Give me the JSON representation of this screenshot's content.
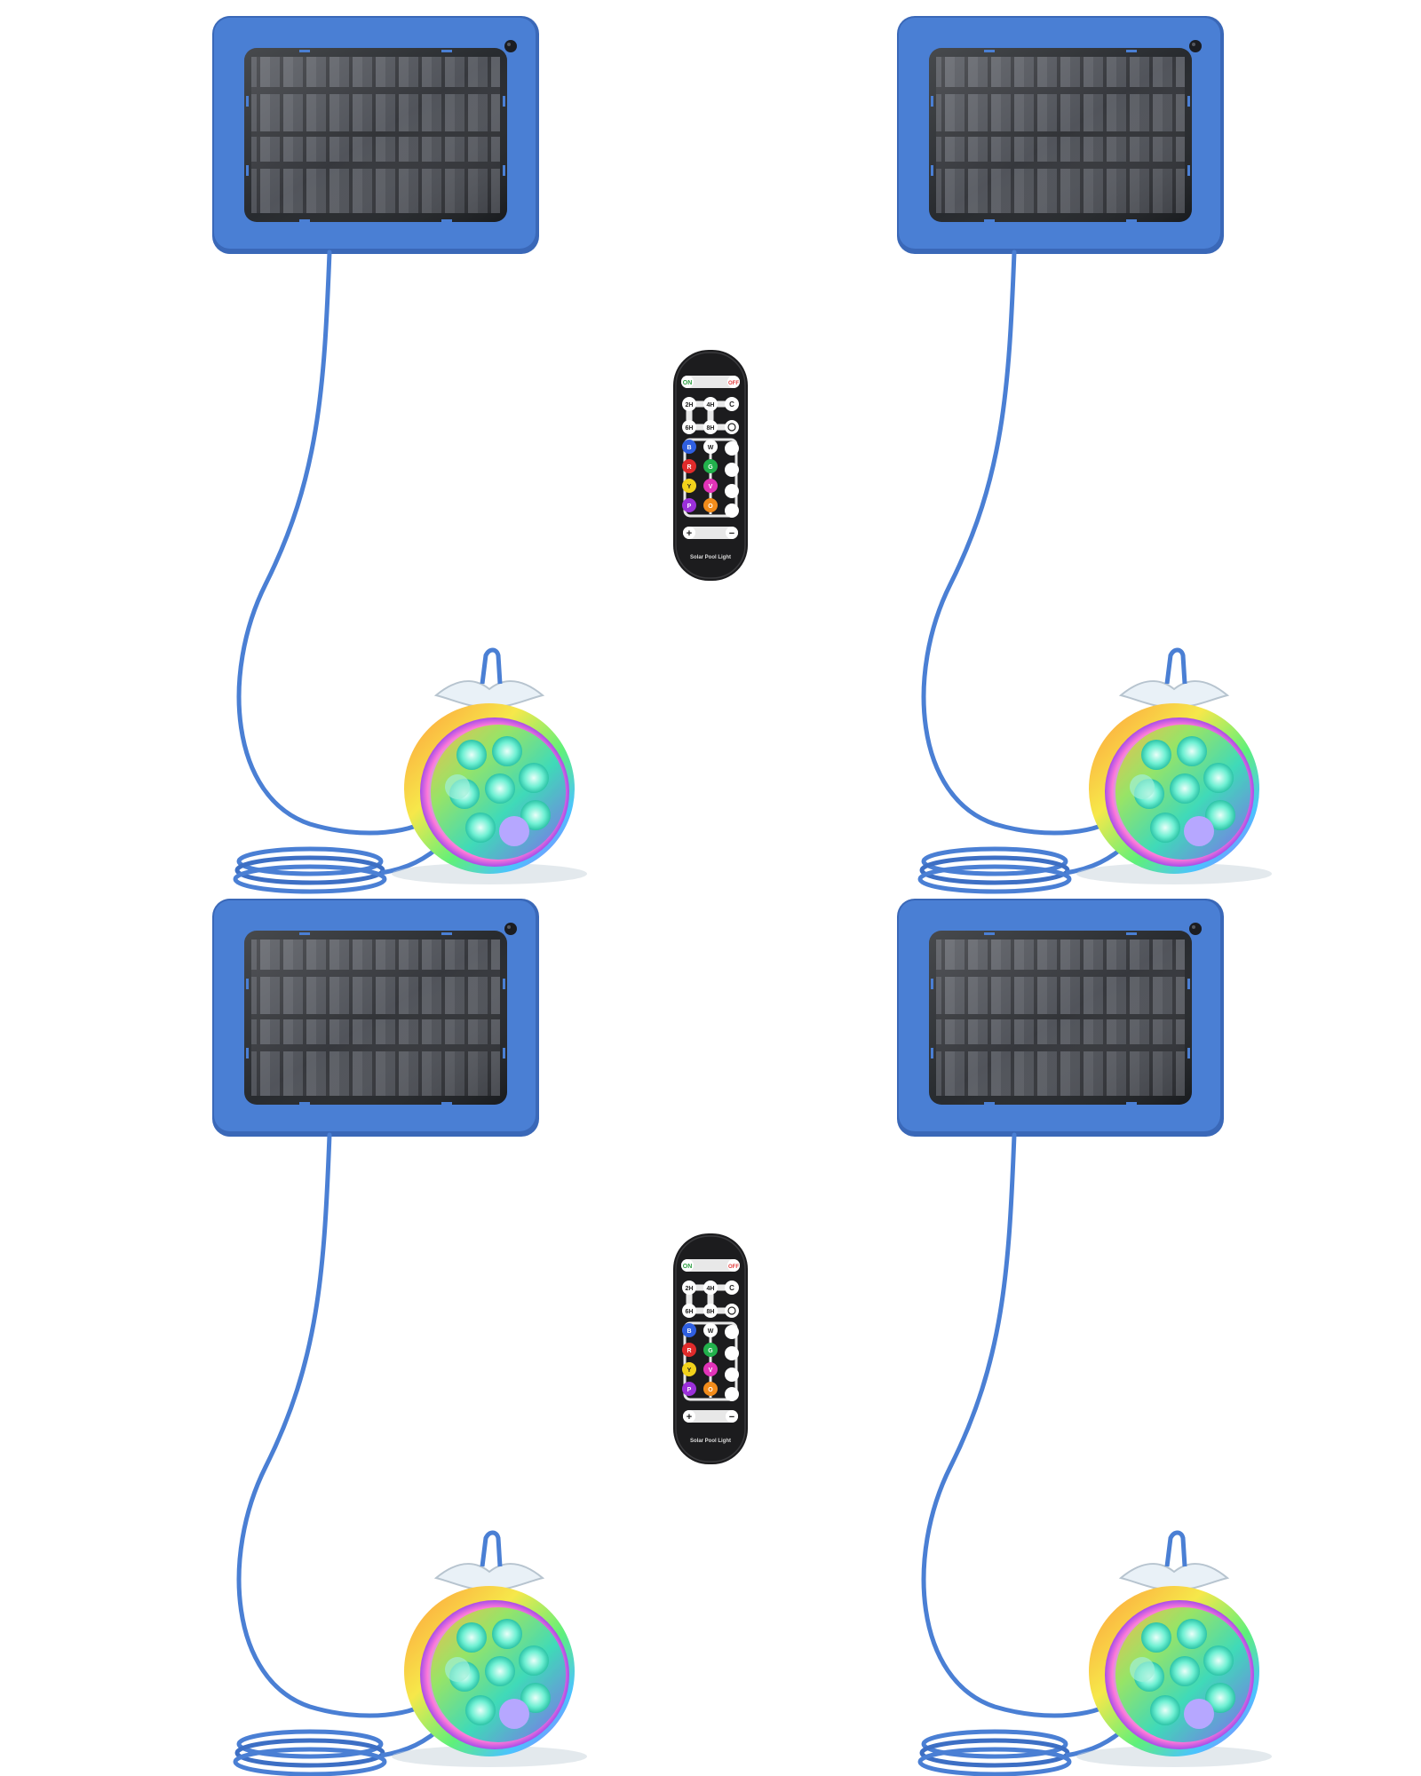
{
  "product_sets": [
    {
      "id": "set-1"
    },
    {
      "id": "set-2"
    },
    {
      "id": "set-3"
    },
    {
      "id": "set-4"
    }
  ],
  "remote": {
    "on_label": "ON",
    "off_label": "OFF",
    "timer_2h": "2H",
    "timer_4h": "4H",
    "timer_6h": "6H",
    "timer_8h": "8H",
    "cancel_label": "C",
    "color_b": "B",
    "color_w": "W",
    "color_r": "R",
    "color_g": "G",
    "color_y": "Y",
    "color_p": "P",
    "color_v": "V",
    "color_o": "O",
    "plus_label": "+",
    "minus_label": "−",
    "caption": "Solar Pool Light"
  },
  "colors": {
    "panel_frame": "#4a7fd4",
    "panel_frame_dark": "#3a68b8",
    "solar_cell": "#3b3d42",
    "cable": "#4a7fd4",
    "remote_body": "#1c1c1e",
    "on_color": "#2ea043",
    "off_color": "#e23b3b",
    "dot_blue": "#2f5fe0",
    "dot_red": "#e02b2b",
    "dot_green": "#22b14c",
    "dot_yellow": "#f2d21b",
    "dot_purple": "#9b30d9",
    "dot_magenta": "#e233b8",
    "dot_orange": "#f28c1b"
  }
}
